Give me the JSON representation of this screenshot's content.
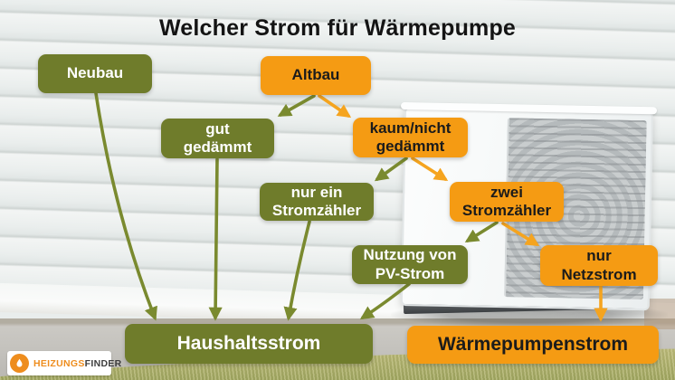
{
  "title": "Welcher Strom für Wärmepumpe",
  "colors": {
    "node_green": "#6F7C2B",
    "node_orange": "#F59B13",
    "arrow_green": "#7A8A2F",
    "arrow_orange": "#F5A41F",
    "green_text": "#FFFFFF",
    "orange_text": "#1B1B1B",
    "title_text": "#141414"
  },
  "diagram": {
    "type": "flowchart",
    "nodes": [
      {
        "id": "neubau",
        "label": "Neubau",
        "color": "green"
      },
      {
        "id": "altbau",
        "label": "Altbau",
        "color": "orange"
      },
      {
        "id": "gut-gedaemmt",
        "label": "gut\ngedämmt",
        "color": "green"
      },
      {
        "id": "kaum-nicht-gedaemmt",
        "label": "kaum/nicht\ngedämmt",
        "color": "orange"
      },
      {
        "id": "nur-ein-stromzaehler",
        "label": "nur ein\nStromzähler",
        "color": "green"
      },
      {
        "id": "zwei-stromzaehler",
        "label": "zwei\nStromzähler",
        "color": "orange"
      },
      {
        "id": "nutzung-pv-strom",
        "label": "Nutzung von\nPV-Strom",
        "color": "green"
      },
      {
        "id": "nur-netzstrom",
        "label": "nur\nNetzstrom",
        "color": "orange"
      },
      {
        "id": "haushaltsstrom",
        "label": "Haushaltsstrom",
        "color": "green"
      },
      {
        "id": "waermepumpenstrom",
        "label": "Wärmepumpenstrom",
        "color": "orange"
      }
    ],
    "edges": [
      {
        "from": "neubau",
        "to": "haushaltsstrom",
        "color": "green"
      },
      {
        "from": "altbau",
        "to": "gut-gedaemmt",
        "color": "green"
      },
      {
        "from": "altbau",
        "to": "kaum-nicht-gedaemmt",
        "color": "orange"
      },
      {
        "from": "gut-gedaemmt",
        "to": "haushaltsstrom",
        "color": "green"
      },
      {
        "from": "kaum-nicht-gedaemmt",
        "to": "nur-ein-stromzaehler",
        "color": "green"
      },
      {
        "from": "kaum-nicht-gedaemmt",
        "to": "zwei-stromzaehler",
        "color": "orange"
      },
      {
        "from": "nur-ein-stromzaehler",
        "to": "haushaltsstrom",
        "color": "green"
      },
      {
        "from": "zwei-stromzaehler",
        "to": "nutzung-pv-strom",
        "color": "green"
      },
      {
        "from": "zwei-stromzaehler",
        "to": "nur-netzstrom",
        "color": "orange"
      },
      {
        "from": "nutzung-pv-strom",
        "to": "haushaltsstrom",
        "color": "green"
      },
      {
        "from": "nur-netzstrom",
        "to": "waermepumpenstrom",
        "color": "orange"
      }
    ]
  },
  "background": {
    "scene": "white horizontal siding wall with air-source heat pump unit on concrete pad and grass"
  },
  "logo": {
    "brand_part1": "HEIZUNGS",
    "brand_part2": "FINDER",
    "icon": "flame-icon"
  }
}
